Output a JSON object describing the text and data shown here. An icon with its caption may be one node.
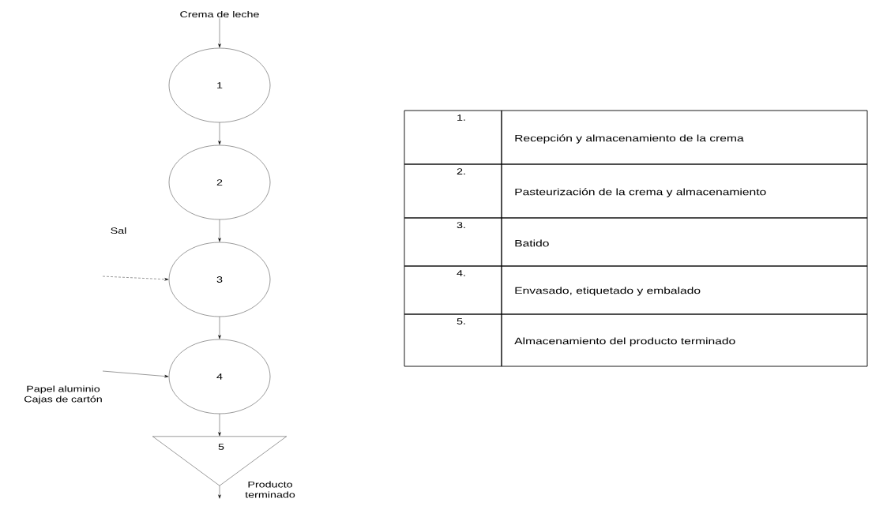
{
  "diagram": {
    "nodes": [
      {
        "text": [
          "Crema de leche"
        ]
      },
      {
        "text": [
          "1"
        ]
      },
      {
        "text": [
          "2"
        ]
      },
      {
        "text": [
          "3"
        ]
      },
      {
        "text": [
          "4"
        ]
      },
      {
        "text": [
          "5"
        ]
      }
    ],
    "edges": [
      {
        "from": 0,
        "to": 1,
        "arrow": "to"
      },
      {
        "from": 1,
        "to": 2,
        "arrow": "to"
      },
      {
        "from": 2,
        "to": 3,
        "arrow": "to"
      },
      {
        "from": null,
        "to": 3,
        "arrow": "to",
        "style": "dashed",
        "label": "Sal"
      },
      {
        "from": 3,
        "to": 4,
        "arrow": "to"
      },
      {
        "from": null,
        "to": 4,
        "arrow": "to",
        "label": "Papel aluminio Cajas de cartón"
      },
      {
        "from": 4,
        "to": 5,
        "arrow": "to"
      },
      {
        "from": 5,
        "to": null,
        "arrow": "to",
        "label": "Producto terminado"
      }
    ],
    "labels": [
      "1.",
      "Recepción y almacenamiento de la crema",
      "2.",
      "Pasteurización de la crema y almacenamiento",
      "3.",
      "Batido",
      "4.",
      "Envasado, etiquetado y embalado",
      "5.",
      "Almacenamiento del producto terminado"
    ]
  }
}
